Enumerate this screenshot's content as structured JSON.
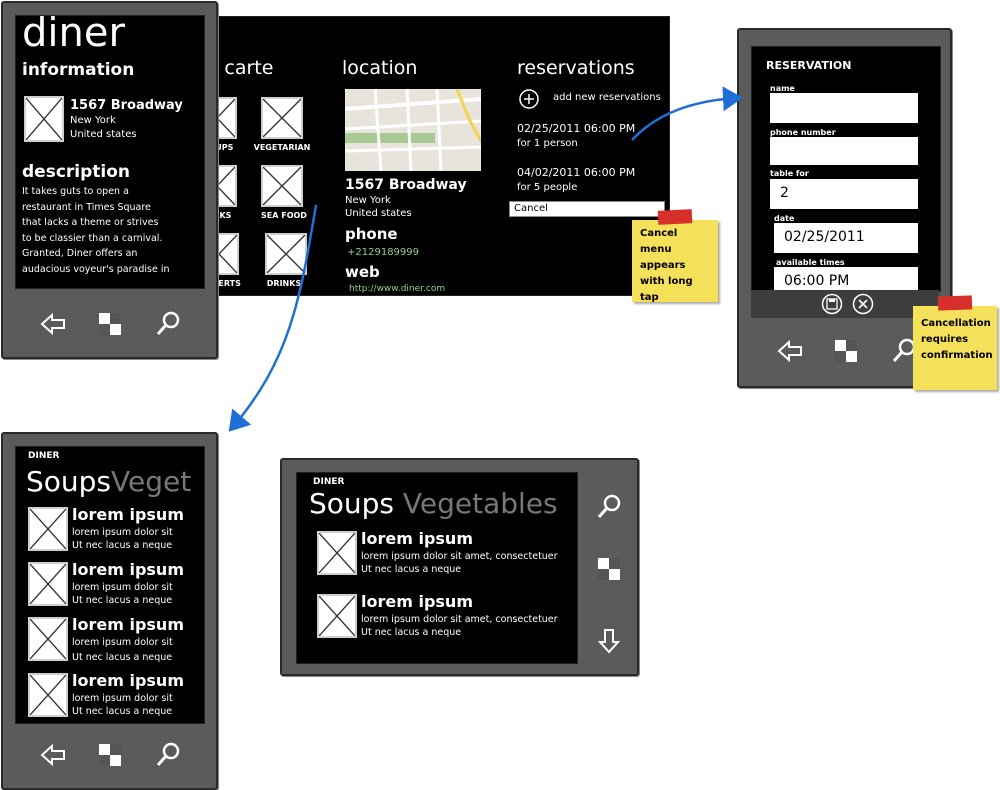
{
  "phone1": {
    "app_title": "diner",
    "info_heading": "information",
    "address_line1": "1567 Broadway",
    "address_line2": "New York",
    "address_line3": "United states",
    "desc_heading": "description",
    "desc_lines": [
      "It takes guts to open a",
      "restaurant in Times Square",
      "that lacks a theme or strives",
      "to be classier than a carnival.",
      "Granted, Diner offers an",
      "audacious voyeur's paradise in"
    ]
  },
  "panorama": {
    "alacarte_heading": "á carte",
    "alacarte_heading_prefix": "a",
    "menu_items": [
      "SOUPS",
      "VEGETARIAN",
      "STEAKS",
      "SEA FOOD",
      "DESSERTS",
      "DRINKS"
    ],
    "location_heading": "location",
    "loc_address1": "1567 Broadway",
    "loc_address2": "New York",
    "loc_address3": "United states",
    "phone_heading": "phone",
    "phone_value": "+2129189999",
    "web_heading": "web",
    "web_value": "http://www.diner.com",
    "reservations_heading": "reservations",
    "add_reservation": "add new reservations",
    "res1_date": "02/25/2011 06:00 PM",
    "res1_people": "for 1 person",
    "res2_date": "04/02/2011 06:00 PM",
    "res2_people": "for 5 people",
    "cancel_menu": "Cancel"
  },
  "sticky_cancel": "Cancel menu appears with long tap",
  "sticky_confirm": "Cancellation requires confirmation",
  "reservation_form": {
    "title": "RESERVATION",
    "name_label": "name",
    "name_value": "",
    "phone_label": "phone number",
    "phone_value": "",
    "table_label": "table for",
    "table_value": "2",
    "date_label": "date",
    "date_value": "02/25/2011",
    "times_label": "available times",
    "times_value": "06:00 PM"
  },
  "menu_portrait": {
    "app_label": "DINER",
    "pivot_active": "Soups",
    "pivot_next": "Veget",
    "item_title": "lorem ipsum",
    "item_line1": "lorem ipsum dolor sit",
    "item_line2": "Ut nec lacus a neque"
  },
  "menu_landscape": {
    "app_label": "DINER",
    "pivot_active": "Soups",
    "pivot_next": "Vegetables",
    "item_title": "lorem ipsum",
    "item_line1": "lorem ipsum dolor sit amet, consectetuer",
    "item_line2": "Ut nec lacus a neque"
  },
  "colors": {
    "phone_body": "#5b5b5b",
    "screen": "#000000",
    "accent_link": "#8fd18a",
    "arrow": "#1f6fd6",
    "sticky": "#f5e05a",
    "tape": "#d7302b"
  }
}
